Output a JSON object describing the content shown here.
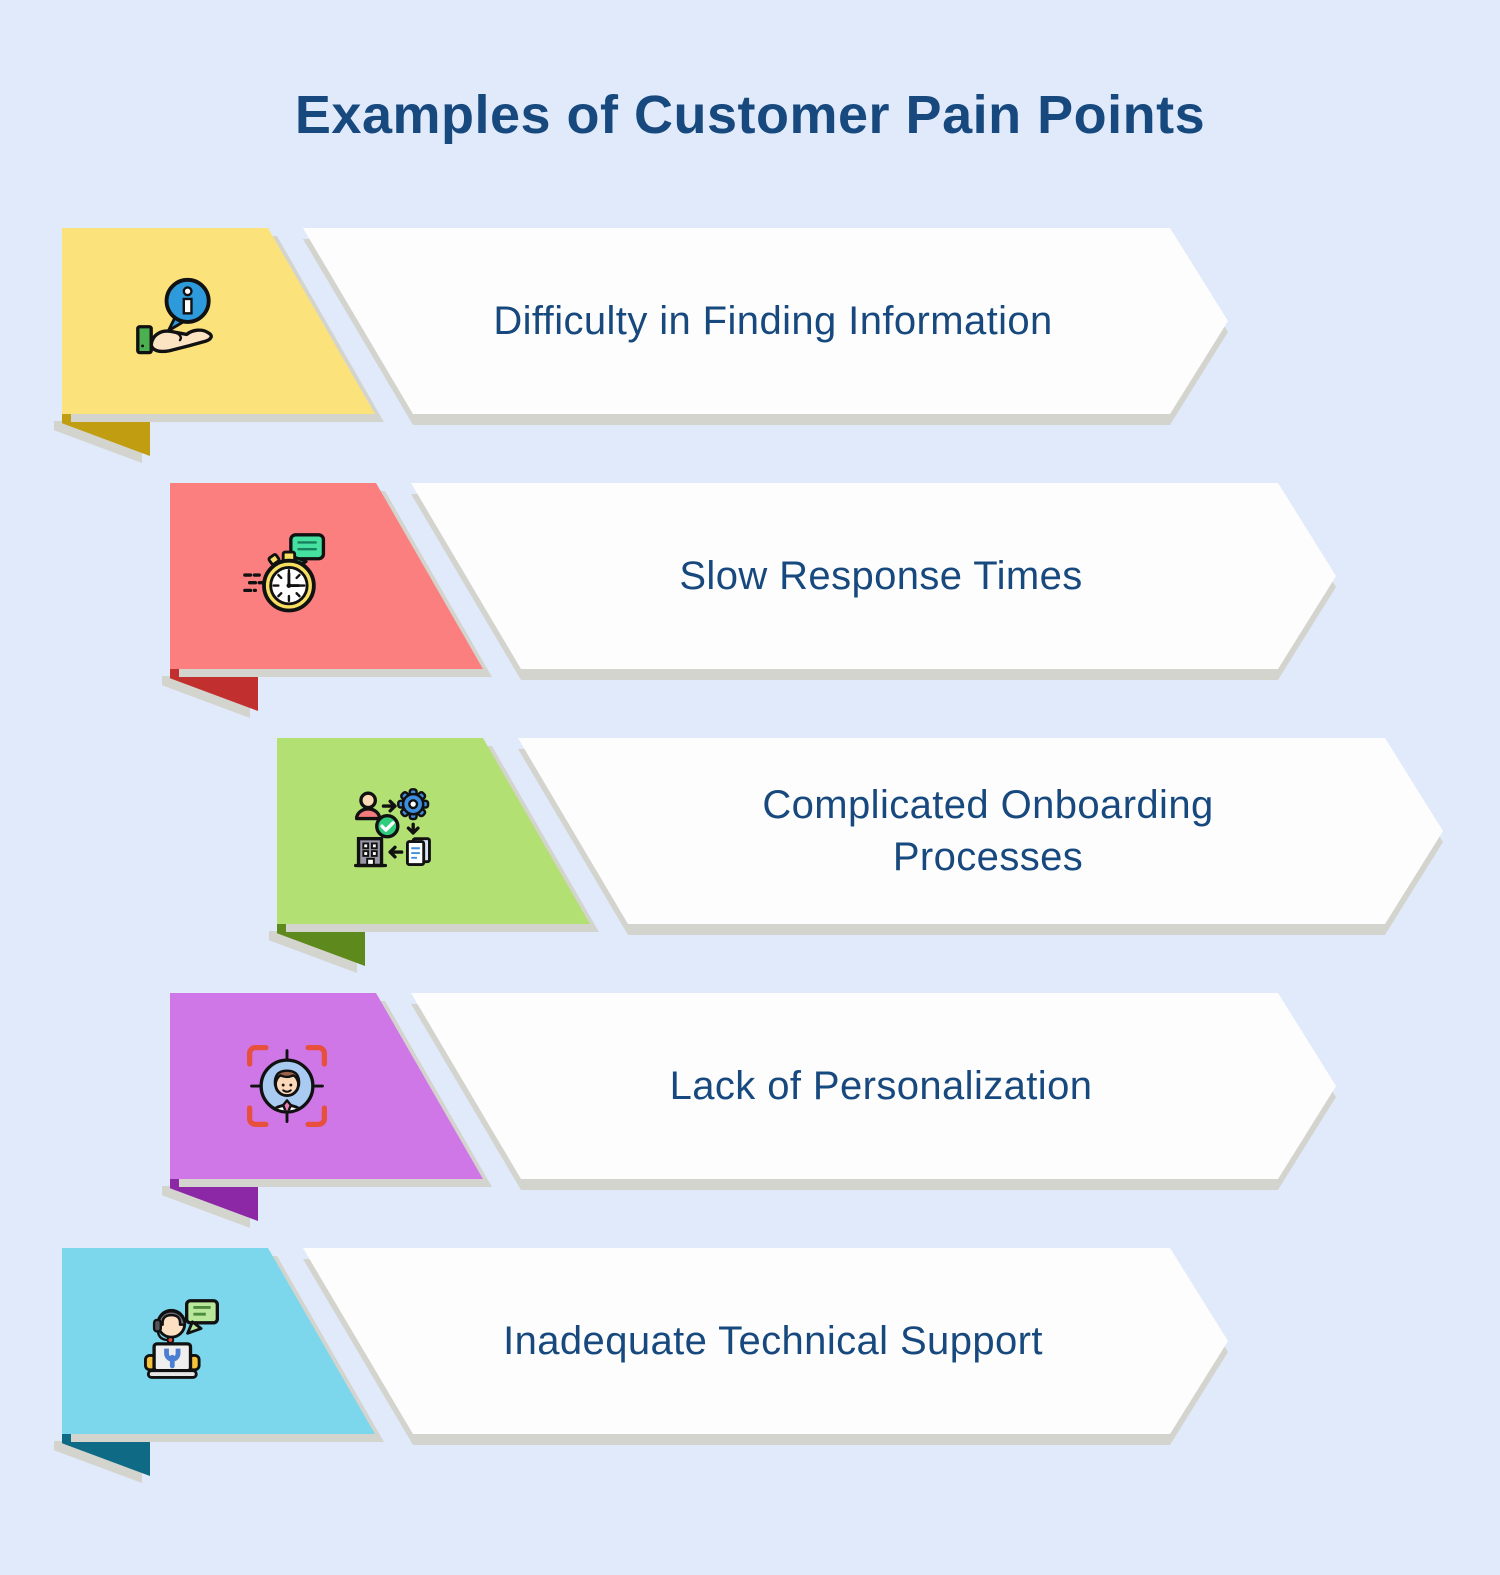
{
  "title": "Examples of Customer Pain Points",
  "colors": {
    "background": "#E1EAFA",
    "title_text": "#17497E",
    "item_text": "#17497E",
    "banner_fill": "#FDFDFD",
    "shadow": "#D4D4CF"
  },
  "items": [
    {
      "label": "Difficulty in Finding Information",
      "icon": "info-hand-icon",
      "tab_color": "#FBE27A",
      "fold_color": "#C19D12"
    },
    {
      "label": "Slow Response Times",
      "icon": "fast-stopwatch-icon",
      "tab_color": "#FB7F7F",
      "fold_color": "#C22F2F"
    },
    {
      "label": "Complicated Onboarding\nProcesses",
      "icon": "onboarding-process-icon",
      "tab_color": "#B3E072",
      "fold_color": "#5E8A1D"
    },
    {
      "label": "Lack of Personalization",
      "icon": "target-customer-icon",
      "tab_color": "#D077E7",
      "fold_color": "#8C27A5"
    },
    {
      "label": "Inadequate Technical Support",
      "icon": "support-agent-icon",
      "tab_color": "#7CD7EC",
      "fold_color": "#0F6B85"
    }
  ]
}
